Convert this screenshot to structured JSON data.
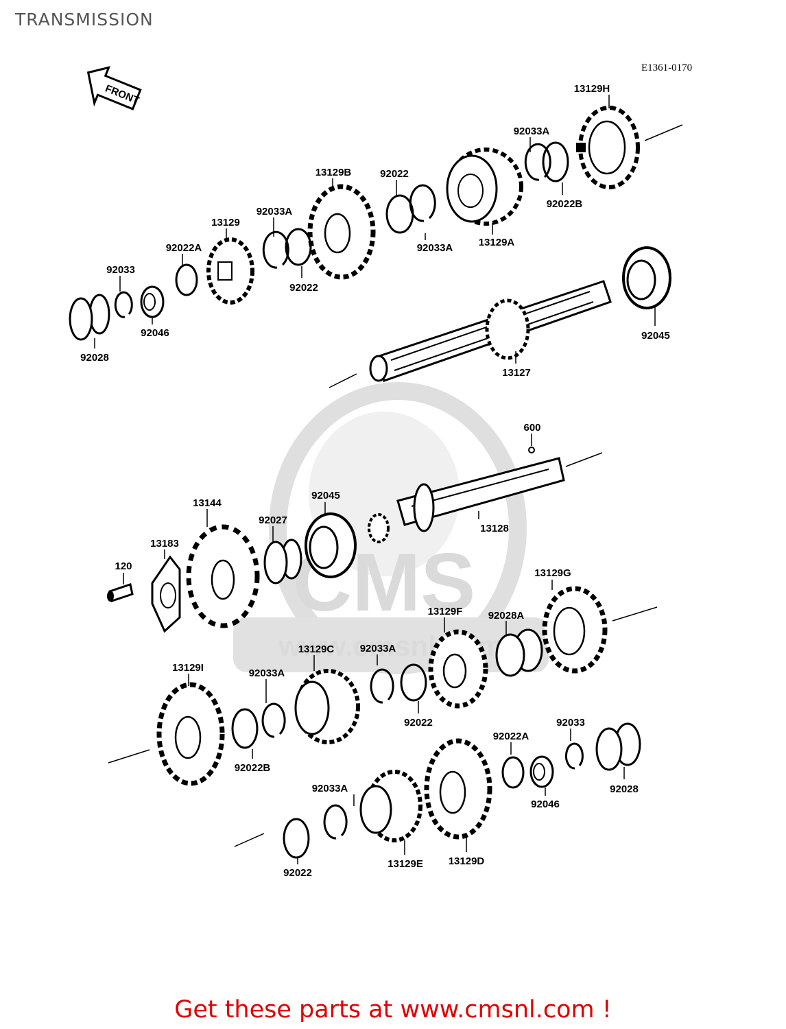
{
  "header": {
    "title": "TRANSMISSION",
    "ref_code": "E1361-0170"
  },
  "front_marker": "FRONT",
  "watermark": {
    "brand": "CMS",
    "url": "www.cmsnl.com"
  },
  "footer": {
    "text": "Get these parts at www.cmsnl.com !"
  },
  "parts": [
    {
      "id": "p1",
      "label": "13129H"
    },
    {
      "id": "p2",
      "label": "92033A"
    },
    {
      "id": "p3",
      "label": "92022B"
    },
    {
      "id": "p4",
      "label": "92022"
    },
    {
      "id": "p5",
      "label": "92033A"
    },
    {
      "id": "p6",
      "label": "13129A"
    },
    {
      "id": "p7",
      "label": "13129B"
    },
    {
      "id": "p8",
      "label": "92033A"
    },
    {
      "id": "p9",
      "label": "92022"
    },
    {
      "id": "p10",
      "label": "13129"
    },
    {
      "id": "p11",
      "label": "92022A"
    },
    {
      "id": "p12",
      "label": "92033"
    },
    {
      "id": "p13",
      "label": "92046"
    },
    {
      "id": "p14",
      "label": "92028"
    },
    {
      "id": "p15",
      "label": "92045"
    },
    {
      "id": "p16",
      "label": "13127"
    },
    {
      "id": "p17",
      "label": "600"
    },
    {
      "id": "p18",
      "label": "13128"
    },
    {
      "id": "p19",
      "label": "92045"
    },
    {
      "id": "p20",
      "label": "92027"
    },
    {
      "id": "p21",
      "label": "13144"
    },
    {
      "id": "p22",
      "label": "13183"
    },
    {
      "id": "p23",
      "label": "120"
    },
    {
      "id": "p24",
      "label": "13129G"
    },
    {
      "id": "p25",
      "label": "13129F"
    },
    {
      "id": "p26",
      "label": "92028A"
    },
    {
      "id": "p27",
      "label": "13129C"
    },
    {
      "id": "p28",
      "label": "92033A"
    },
    {
      "id": "p29",
      "label": "92022"
    },
    {
      "id": "p30",
      "label": "13129I"
    },
    {
      "id": "p31",
      "label": "92033A"
    },
    {
      "id": "p32",
      "label": "92022B"
    },
    {
      "id": "p33",
      "label": "92022A"
    },
    {
      "id": "p34",
      "label": "92033"
    },
    {
      "id": "p35",
      "label": "92028"
    },
    {
      "id": "p36",
      "label": "92046"
    },
    {
      "id": "p37",
      "label": "92033A"
    },
    {
      "id": "p38",
      "label": "13129E"
    },
    {
      "id": "p39",
      "label": "13129D"
    },
    {
      "id": "p40",
      "label": "92022"
    }
  ]
}
